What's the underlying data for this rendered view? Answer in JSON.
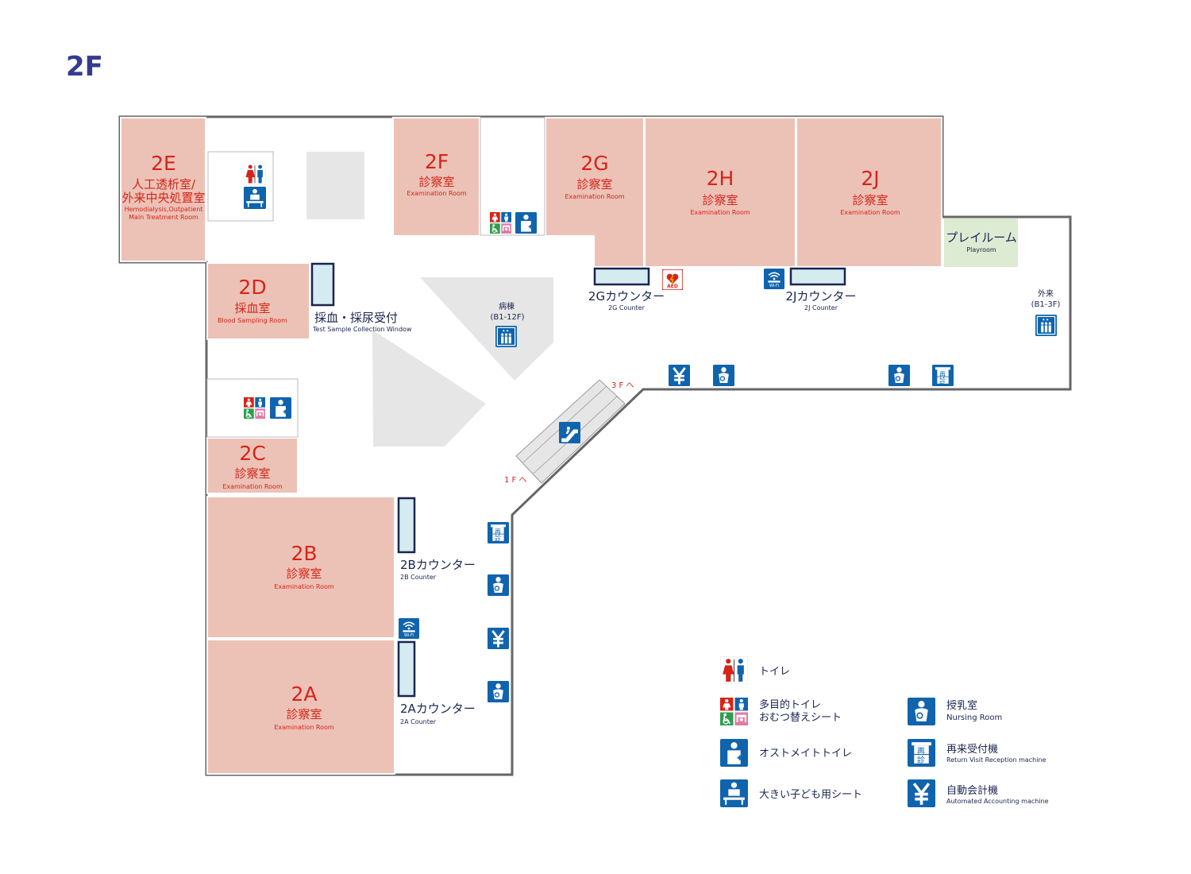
{
  "floor": "2F",
  "rooms": {
    "2E": {
      "code": "2E",
      "name1": "人工透析室/",
      "name2": "外来中央処置室",
      "en1": "Hemodialysis,Outpatient",
      "en2": "Main Treatment Room"
    },
    "2F": {
      "code": "2F",
      "name": "診察室",
      "en": "Examination Room"
    },
    "2G": {
      "code": "2G",
      "name": "診察室",
      "en": "Examination Room"
    },
    "2H": {
      "code": "2H",
      "name": "診察室",
      "en": "Examination Room"
    },
    "2J": {
      "code": "2J",
      "name": "診察室",
      "en": "Examination Room"
    },
    "2D": {
      "code": "2D",
      "name": "採血室",
      "en": "Blood Sampling Room"
    },
    "2C": {
      "code": "2C",
      "name": "診察室",
      "en": "Examination Room"
    },
    "2B": {
      "code": "2B",
      "name": "診察室",
      "en": "Examination Room"
    },
    "2A": {
      "code": "2A",
      "name": "診察室",
      "en": "Examination Room"
    }
  },
  "playroom": {
    "name": "プレイルーム",
    "en": "Playroom"
  },
  "counters": {
    "c2g": {
      "name": "2Gカウンター",
      "en": "2G Counter"
    },
    "c2j": {
      "name": "2Jカウンター",
      "en": "2J Counter"
    },
    "c2b": {
      "name": "2Bカウンター",
      "en": "2B Counter"
    },
    "c2a": {
      "name": "2Aカウンター",
      "en": "2A Counter"
    },
    "sample": {
      "name": "採血・採尿受付",
      "en": "Test Sample Collection Window"
    }
  },
  "elevators": {
    "ward": {
      "name": "病棟",
      "range": "(B1-12F)"
    },
    "outpatient": {
      "name": "外来",
      "range": "(B1-3F)"
    }
  },
  "escalator": {
    "up": "3 F へ",
    "down": "1 F へ"
  },
  "aed": "AED",
  "wifi": "Wi-Fi",
  "icon_glyphs": {
    "yen": "¥",
    "revisit": "再",
    "revisit2": "診"
  },
  "legend": [
    {
      "icon": "toilet-icon",
      "label": "トイレ",
      "sub": ""
    },
    {
      "icon": "multipurpose-toilet-icon",
      "label": "多目的トイレ",
      "label2": "おむつ替えシート",
      "sub": ""
    },
    {
      "icon": "ostomate-toilet-icon",
      "label": "オストメイトトイレ",
      "sub": ""
    },
    {
      "icon": "child-changing-sheet-icon",
      "label": "大きい子ども用シート",
      "sub": ""
    },
    {
      "icon": "nursing-room-icon",
      "label": "授乳室",
      "sub": "Nursing Room"
    },
    {
      "icon": "return-visit-machine-icon",
      "label": "再来受付機",
      "sub": "Return Visit Reception machine"
    },
    {
      "icon": "automated-accounting-icon",
      "label": "自動会計機",
      "sub": "Automated Accounting machine"
    }
  ],
  "colors": {
    "room": "#ecc2b7",
    "room_text": "#d62418",
    "icon": "#0f64ad",
    "wall": "#666666",
    "playroom": "#dcebd2",
    "core": "#e6e6e6",
    "counter": "#d4ecf0",
    "floor_label": "#353b8f"
  }
}
